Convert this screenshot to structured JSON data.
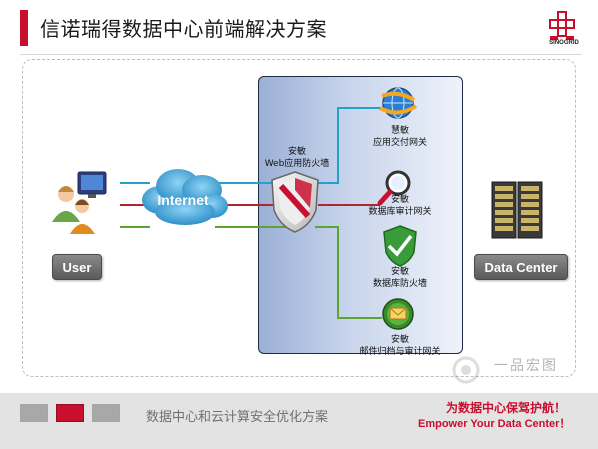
{
  "header": {
    "title": "信诺瑞得数据中心前端解决方案",
    "logo_text": "SINOGRID"
  },
  "diagram": {
    "internet_label": "Internet",
    "user_label": "User",
    "datacenter_label": "Data Center",
    "waf_label_line1": "安敏",
    "waf_label_line2": "Web应用防火墙",
    "nodes": [
      {
        "line1": "慧敏",
        "line2": "应用交付网关",
        "icon": "globe-icon"
      },
      {
        "line1": "安敏",
        "line2": "数据库审计网关",
        "icon": "magnifier-icon"
      },
      {
        "line1": "安敏",
        "line2": "数据库防火墙",
        "icon": "shield-check-icon"
      },
      {
        "line1": "安敏",
        "line2": "邮件归档与审计网关",
        "icon": "mail-archive-icon"
      }
    ],
    "colors": {
      "cyan": "#1fa3c9",
      "red": "#b0262f",
      "green": "#5aa62e",
      "accent": "#c8102e"
    }
  },
  "footer": {
    "text": "数据中心和云计算安全优化方案",
    "slogan_cn": "为数据中心保驾护航！",
    "slogan_en": "Empower Your Data Center！"
  },
  "watermark": {
    "text": "一品宏图"
  }
}
